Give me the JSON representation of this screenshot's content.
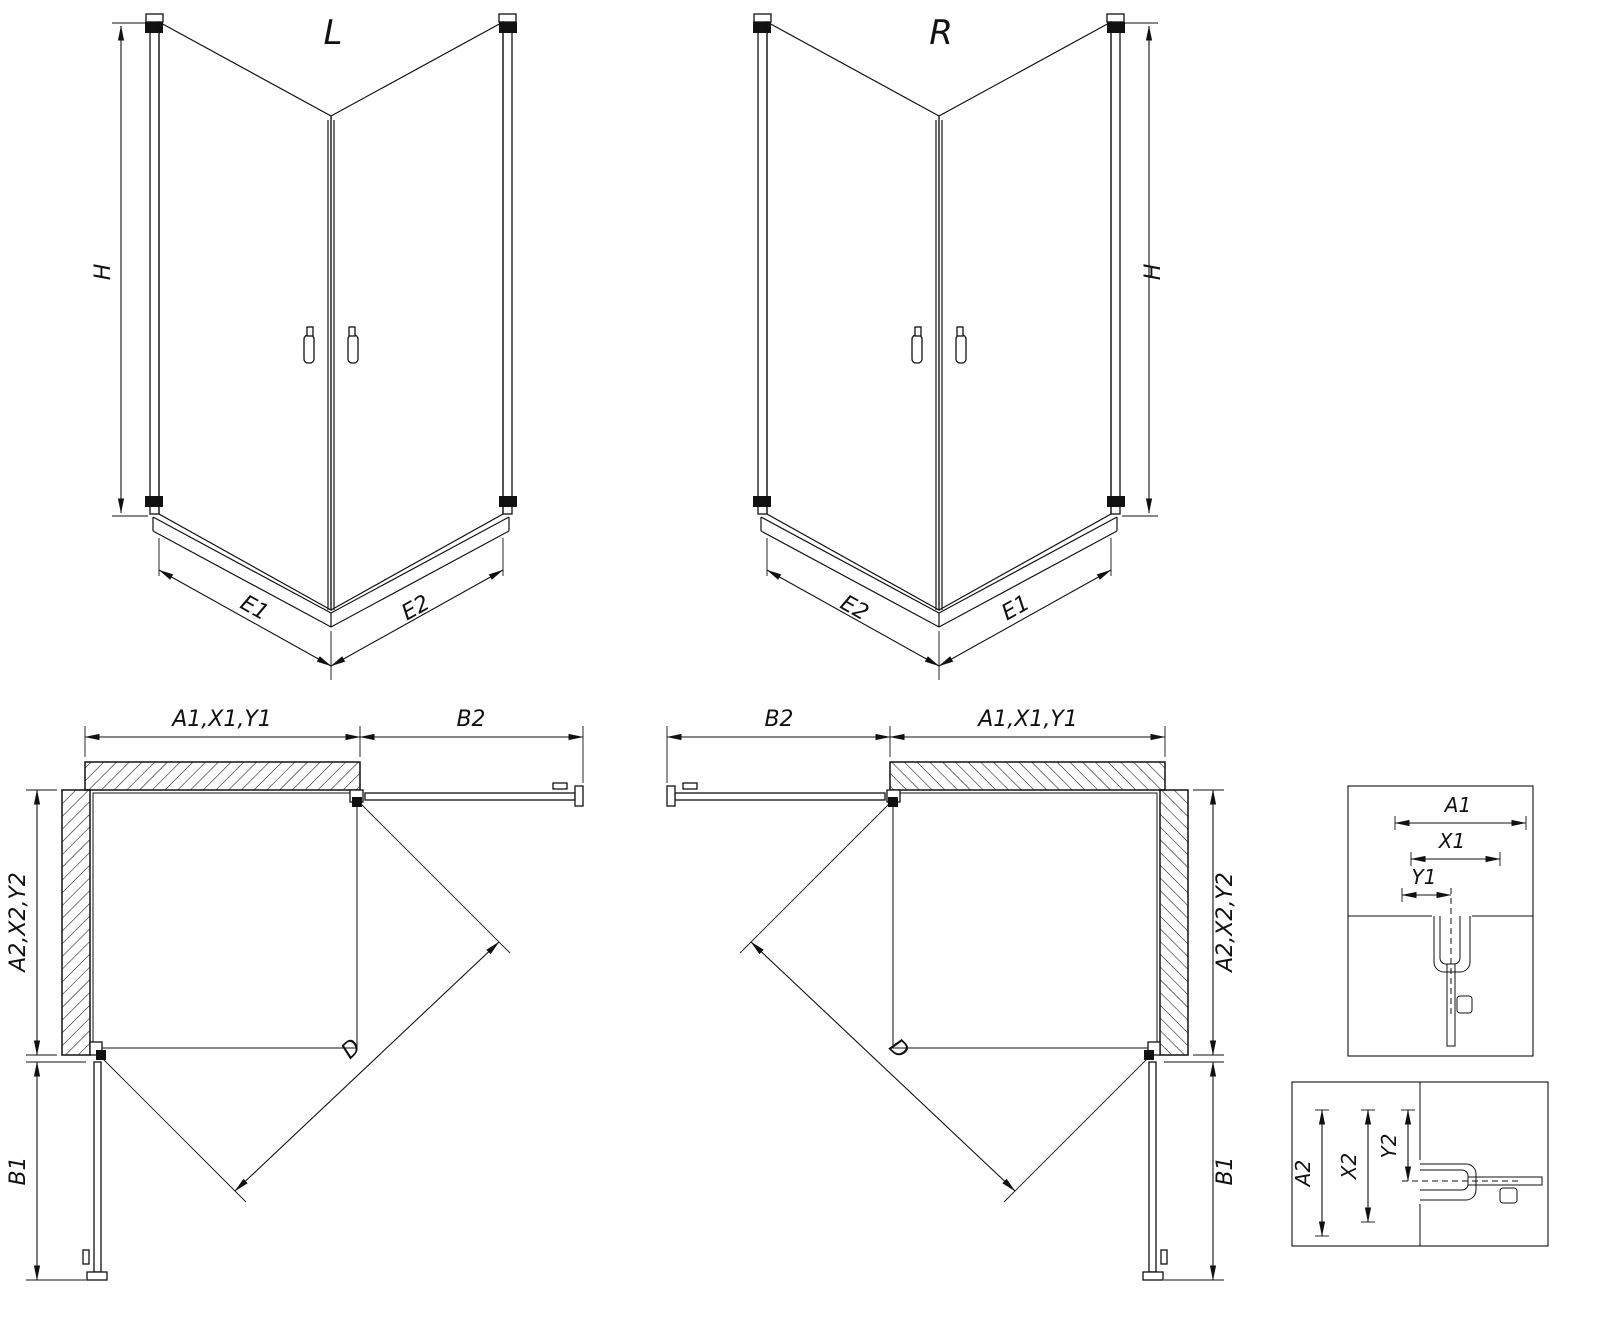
{
  "colors": {
    "ink": "#111111",
    "background": "#ffffff"
  },
  "perspective_l": {
    "title": "L",
    "dim_height": "H",
    "dim_bottom_left": "E1",
    "dim_bottom_right": "E2"
  },
  "perspective_r": {
    "title": "R",
    "dim_height": "H",
    "dim_bottom_left": "E2",
    "dim_bottom_right": "E1"
  },
  "plan_l": {
    "dim_top": "A1,X1,Y1",
    "dim_door_top": "B2",
    "dim_side": "A2,X2,Y2",
    "dim_door_side": "B1",
    "dim_diagonal": "D"
  },
  "plan_r": {
    "dim_top": "A1,X1,Y1",
    "dim_door_top": "B2",
    "dim_side": "A2,X2,Y2",
    "dim_door_side": "B1",
    "dim_diagonal": "D"
  },
  "detail_top": {
    "dim_a": "A1",
    "dim_x": "X1",
    "dim_y": "Y1"
  },
  "detail_bottom": {
    "dim_a": "A2",
    "dim_x": "X2",
    "dim_y": "Y2"
  }
}
